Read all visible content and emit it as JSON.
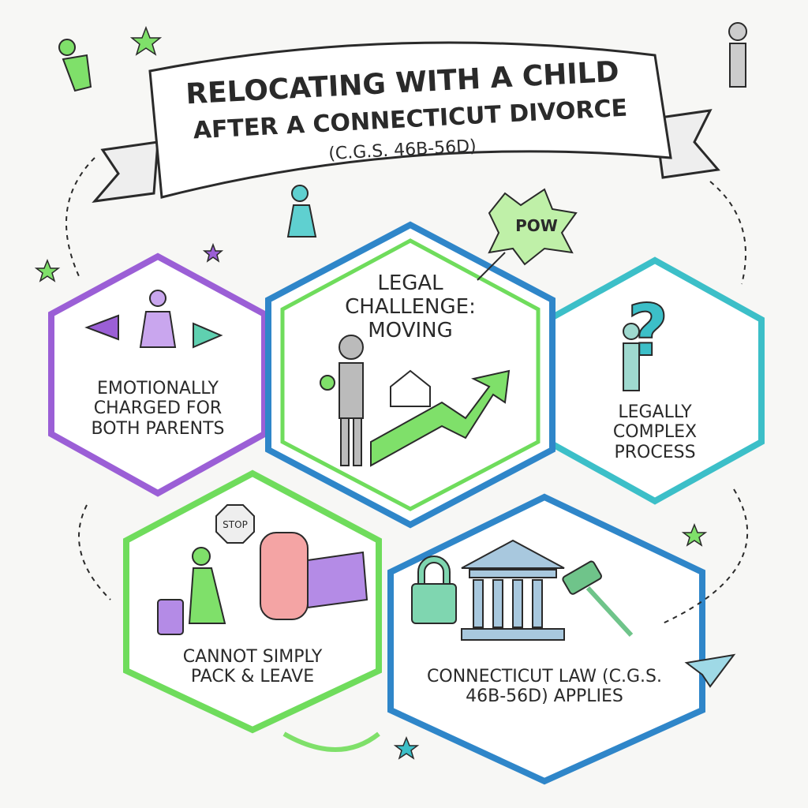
{
  "title": {
    "line1": "Relocating with a Child",
    "line2": "After a Connecticut Divorce",
    "line3": "(C.G.S. 46b-56d)"
  },
  "callout": "POW",
  "hexagons": [
    {
      "label": "Emotionally charged for both parents",
      "color": "#9b5fd6"
    },
    {
      "label": "Legal challenge: moving",
      "color": "#2f86c9"
    },
    {
      "label": "Legally complex process",
      "color": "#3cbfc8"
    },
    {
      "label": "Cannot simply pack & leave",
      "color": "#6fdc5c"
    },
    {
      "label": "Connecticut Law (C.G.S. 46b-56d) applies",
      "color": "#2f86c9"
    }
  ],
  "stop_sign": "STOP",
  "colors": {
    "purple": "#9b5fd6",
    "blue": "#2f86c9",
    "teal": "#3cbfc8",
    "green": "#6fdc5c",
    "ink": "#2a2a2a"
  }
}
